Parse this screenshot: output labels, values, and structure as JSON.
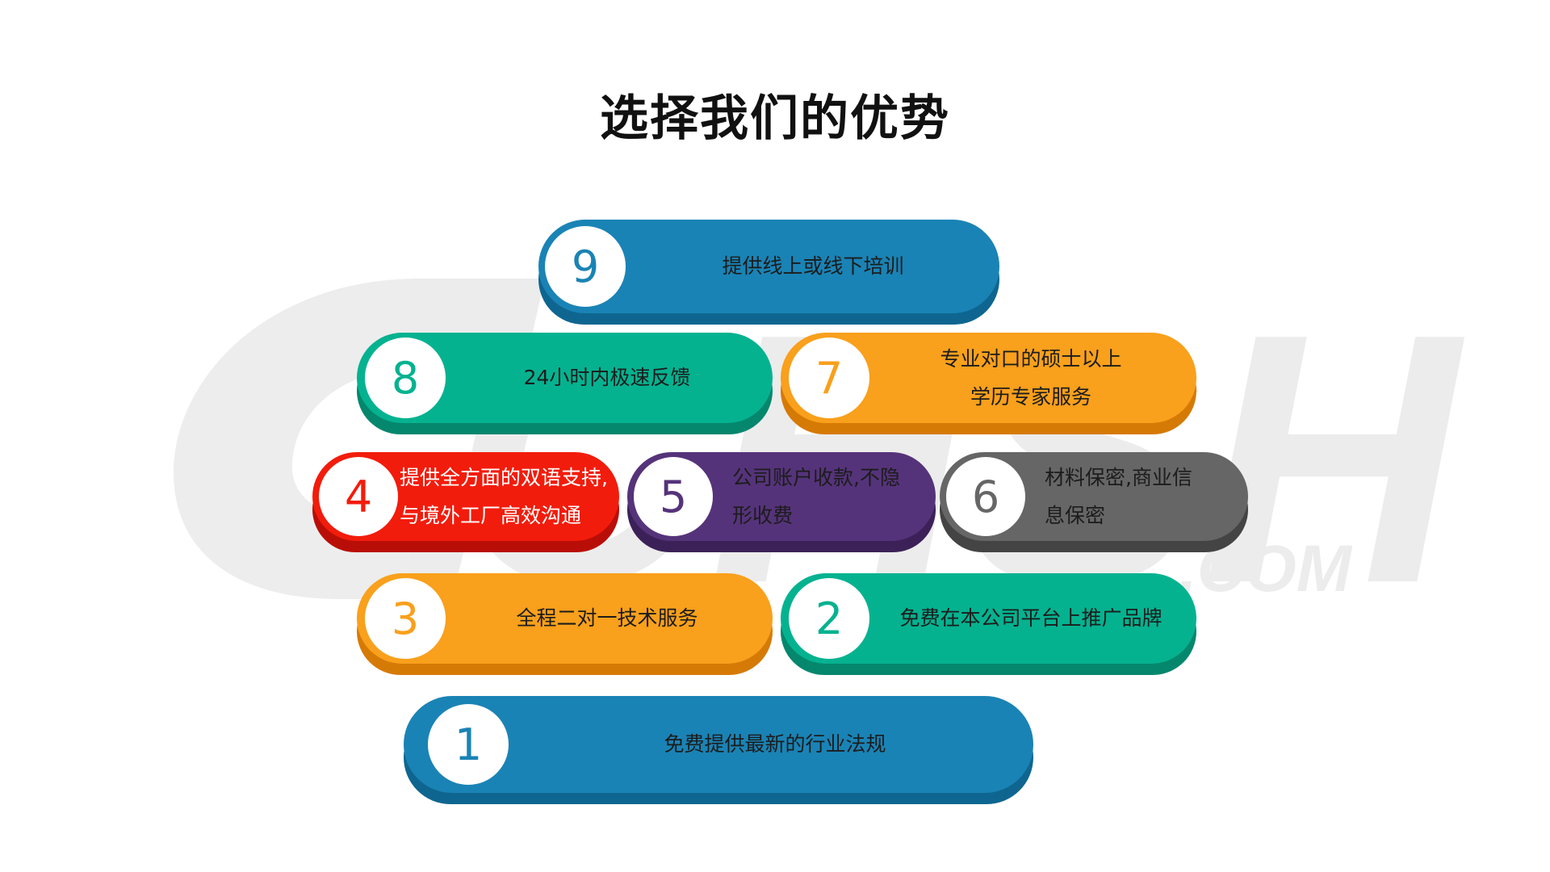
{
  "title": "选择我们的优势",
  "watermark": {
    "text": "CHSH",
    "suffix": ".COM"
  },
  "colors": {
    "blue": "#1a83b5",
    "blue_dark": "#0e6690",
    "teal": "#05b290",
    "teal_dark": "#04876d",
    "orange": "#f9a01c",
    "orange_dark": "#d67a06",
    "red": "#f21c0c",
    "red_dark": "#b90e08",
    "purple": "#55337a",
    "purple_dark": "#3c2158",
    "gray": "#666666",
    "gray_dark": "#444444",
    "label_text": "#1c1c1c",
    "label_text_light": "#ffffff"
  },
  "advantages": [
    {
      "number": "9",
      "color": "blue",
      "lines": [
        "提供线上或线下培训"
      ]
    },
    {
      "number": "8",
      "color": "teal",
      "lines": [
        "24小时内极速反馈"
      ]
    },
    {
      "number": "7",
      "color": "orange",
      "lines": [
        "专业对口的硕士以上",
        "学历专家服务"
      ]
    },
    {
      "number": "4",
      "color": "red",
      "lines": [
        "提供全方面的双语支持,",
        "与境外工厂高效沟通"
      ]
    },
    {
      "number": "5",
      "color": "purple",
      "lines": [
        "公司账户收款,不隐",
        "形收费"
      ]
    },
    {
      "number": "6",
      "color": "gray",
      "lines": [
        "材料保密,商业信",
        "息保密"
      ]
    },
    {
      "number": "3",
      "color": "orange",
      "lines": [
        "全程二对一技术服务"
      ]
    },
    {
      "number": "2",
      "color": "teal",
      "lines": [
        "免费在本公司平台上推广品牌"
      ]
    },
    {
      "number": "1",
      "color": "blue",
      "lines": [
        "免费提供最新的行业法规"
      ]
    }
  ]
}
